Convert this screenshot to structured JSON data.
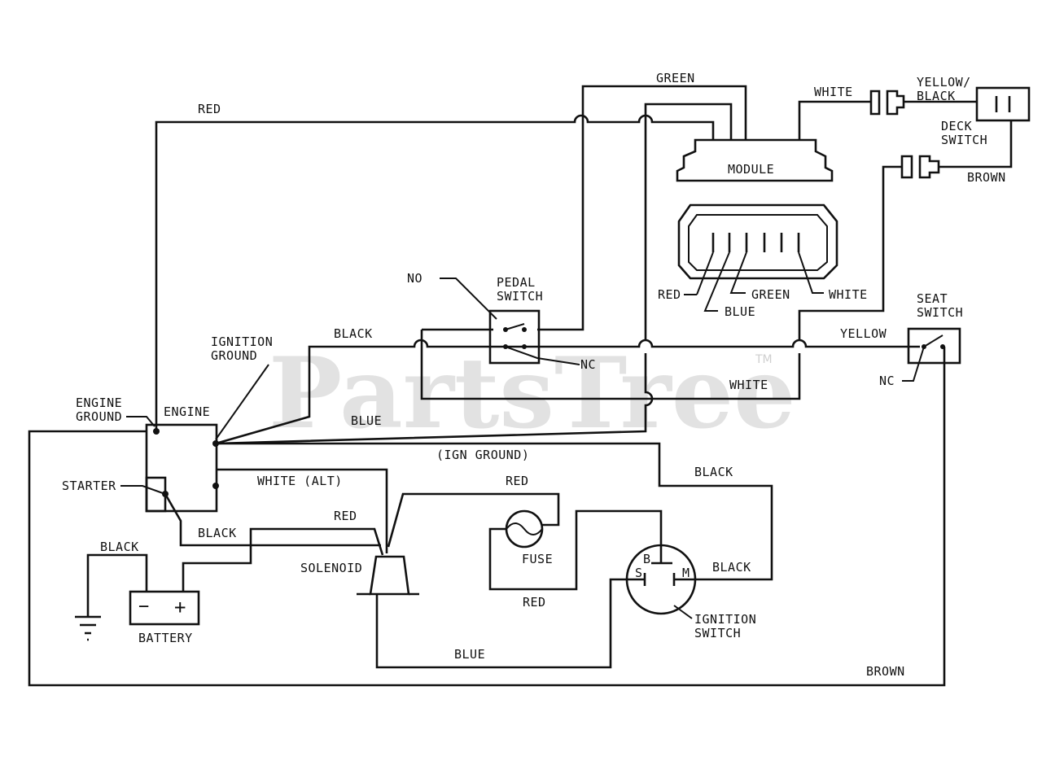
{
  "watermark": {
    "text": "PartsTree",
    "tm": "TM"
  },
  "components": {
    "module": "MODULE",
    "deck_switch_1": "DECK",
    "deck_switch_2": "SWITCH",
    "pedal_switch_1": "PEDAL",
    "pedal_switch_2": "SWITCH",
    "seat_switch_1": "SEAT",
    "seat_switch_2": "SWITCH",
    "engine": "ENGINE",
    "engine_ground_1": "ENGINE",
    "engine_ground_2": "GROUND",
    "ignition_ground_1": "IGNITION",
    "ignition_ground_2": "GROUND",
    "starter": "STARTER",
    "battery": "BATTERY",
    "battery_neg": "−",
    "battery_pos": "+",
    "solenoid": "SOLENOID",
    "fuse": "FUSE",
    "ignition_switch_1": "IGNITION",
    "ignition_switch_2": "SWITCH",
    "ign_b": "B",
    "ign_s": "S",
    "ign_m": "M",
    "no": "NO",
    "nc_pedal": "NC",
    "nc_seat": "NC"
  },
  "wires": {
    "red_top": "RED",
    "green_top": "GREEN",
    "white_top": "WHITE",
    "yellow_black_1": "YELLOW/",
    "yellow_black_2": "BLACK",
    "brown_deck": "BROWN",
    "conn_red": "RED",
    "conn_green": "GREEN",
    "conn_white": "WHITE",
    "conn_blue": "BLUE",
    "black_pedal": "BLACK",
    "yellow_seat": "YELLOW",
    "white_mid": "WHITE",
    "blue_engine": "BLUE",
    "ign_ground": "(IGN GROUND)",
    "black_right": "BLACK",
    "white_alt": "WHITE (ALT)",
    "red_fuse": "RED",
    "red_solenoid": "RED",
    "black_starter": "BLACK",
    "black_battery": "BLACK",
    "red_fuse_bottom": "RED",
    "black_ign_m": "BLACK",
    "blue_bottom": "BLUE",
    "brown_bottom": "BROWN"
  }
}
